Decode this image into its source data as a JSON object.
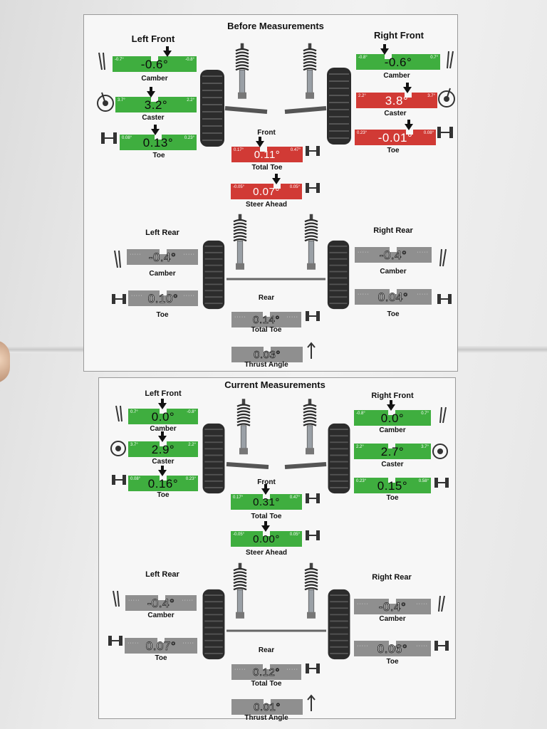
{
  "before": {
    "title": "Before Measurements",
    "front_label": "Front",
    "rear_label": "Rear",
    "left_front": {
      "heading": "Left Front",
      "camber": {
        "label": "Camber",
        "value": "-0.6°",
        "min": "-0.7°",
        "max": "-0.8°"
      },
      "caster": {
        "label": "Caster",
        "value": "3.2°",
        "min": "3.7°",
        "max": "2.2°"
      },
      "toe": {
        "label": "Toe",
        "value": "0.13°",
        "min": "0.08°",
        "max": "0.23°"
      }
    },
    "right_front": {
      "heading": "Right Front",
      "camber": {
        "label": "Camber",
        "value": "-0.6°",
        "min": "-0.8°",
        "max": "0.7°"
      },
      "caster": {
        "label": "Caster",
        "value": "3.8°",
        "min": "2.2°",
        "max": "3.7°"
      },
      "toe": {
        "label": "Toe",
        "value": "-0.01°",
        "min": "0.23°",
        "max": "0.08°"
      }
    },
    "total_toe": {
      "label": "Total Toe",
      "value": "0.11°",
      "min": "0.17°",
      "max": "0.47°"
    },
    "steer_ahead": {
      "label": "Steer Ahead",
      "value": "0.07°",
      "min": "-0.05°",
      "max": "0.05°"
    },
    "left_rear": {
      "heading": "Left Rear",
      "camber": {
        "label": "Camber",
        "value": "-0.4°"
      },
      "toe": {
        "label": "Toe",
        "value": "0.10°"
      }
    },
    "right_rear": {
      "heading": "Right Rear",
      "camber": {
        "label": "Camber",
        "value": "-0.4°"
      },
      "toe": {
        "label": "Toe",
        "value": "0.04°"
      }
    },
    "rear_total_toe": {
      "label": "Total Toe",
      "value": "0.14°"
    },
    "thrust_angle": {
      "label": "Thrust Angle",
      "value": "0.03°"
    }
  },
  "current": {
    "title": "Current Measurements",
    "front_label": "Front",
    "rear_label": "Rear",
    "left_front": {
      "heading": "Left Front",
      "camber": {
        "label": "Camber",
        "value": "0.0°",
        "min": "0.7°",
        "max": "-0.8°"
      },
      "caster": {
        "label": "Caster",
        "value": "2.9°",
        "min": "3.7°",
        "max": "2.2°"
      },
      "toe": {
        "label": "Toe",
        "value": "0.16°",
        "min": "0.08°",
        "max": "0.23°"
      }
    },
    "right_front": {
      "heading": "Right Front",
      "camber": {
        "label": "Camber",
        "value": "0.0°",
        "min": "-0.8°",
        "max": "0.7°"
      },
      "caster": {
        "label": "Caster",
        "value": "2.7°",
        "min": "2.2°",
        "max": "3.7°"
      },
      "toe": {
        "label": "Toe",
        "value": "0.15°",
        "min": "0.23°",
        "max": "0.58°"
      }
    },
    "total_toe": {
      "label": "Total Toe",
      "value": "0.31°",
      "min": "0.17°",
      "max": "0.47°"
    },
    "steer_ahead": {
      "label": "Steer Ahead",
      "value": "0.00°",
      "min": "-0.05°",
      "max": "0.05°"
    },
    "left_rear": {
      "heading": "Left Rear",
      "camber": {
        "label": "Camber",
        "value": "-0.4°"
      },
      "toe": {
        "label": "Toe",
        "value": "0.07°"
      }
    },
    "right_rear": {
      "heading": "Right Rear",
      "camber": {
        "label": "Camber",
        "value": "-0.4°"
      },
      "toe": {
        "label": "Toe",
        "value": "0.06°"
      }
    },
    "rear_total_toe": {
      "label": "Total Toe",
      "value": "0.12°"
    },
    "thrust_angle": {
      "label": "Thrust Angle",
      "value": "0.01°"
    }
  },
  "colors": {
    "in_spec": "#3fae3f",
    "out_of_spec": "#d13a35",
    "no_spec": "#8f8f8f"
  },
  "icons": [
    "camber-icon",
    "caster-icon",
    "toe-icon",
    "suspension-strut-icon",
    "wheel-icon"
  ]
}
